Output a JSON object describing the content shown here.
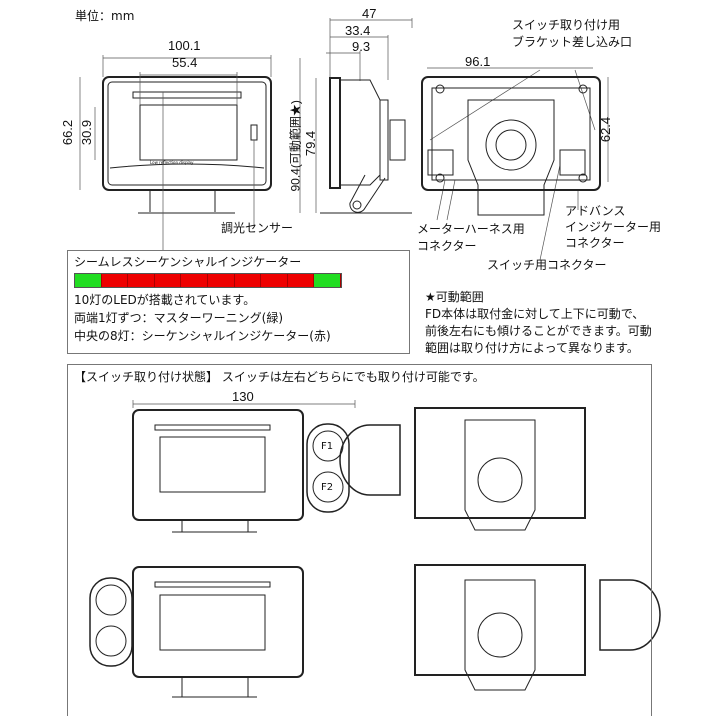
{
  "unit_label": "単位：mm",
  "dimensions": {
    "front_width": "100.1",
    "screen_width": "55.4",
    "front_height": "66.2",
    "screen_height": "30.9",
    "side_total": "47",
    "side_mid": "33.4",
    "side_small": "9.3",
    "side_height_range": "90.4(可動範囲★)",
    "side_height": "79.4",
    "rear_width": "96.1",
    "rear_height": "62.4",
    "switch_mounted_width": "130"
  },
  "callouts": {
    "bracket_slot": [
      "スイッチ取り付け用",
      "ブラケット差し込み口"
    ],
    "light_sensor": "調光センサー",
    "meter_harness": [
      "メーターハーネス用",
      "コネクター"
    ],
    "advance_indicator": [
      "アドバンス",
      "インジケーター用",
      "コネクター"
    ],
    "switch_connector": "スイッチ用コネクター"
  },
  "device": {
    "screen_caption": "Low reflection display"
  },
  "led_panel": {
    "title": "シームレスシーケンシャルインジケーター",
    "lines": [
      "10灯のLEDが搭載されています。",
      "両端1灯ずつ：マスターワーニング(緑)",
      "中央の8灯：シーケンシャルインジケーター(赤)"
    ],
    "leds": [
      "green",
      "red",
      "red",
      "red",
      "red",
      "red",
      "red",
      "red",
      "red",
      "green"
    ],
    "colors": {
      "green": "#22dd22",
      "red": "#ee0000"
    }
  },
  "range_note": {
    "title": "★可動範囲",
    "lines": [
      "FD本体は取付金に対して上下に可動で、",
      "前後左右にも傾けることができます。可動",
      "範囲は取り付け方によって異なります。"
    ]
  },
  "switch_section": {
    "title": "【スイッチ取り付け状態】 スイッチは左右どちらにでも取り付け可能です。",
    "gauge_labels": [
      "F1",
      "F2"
    ]
  }
}
